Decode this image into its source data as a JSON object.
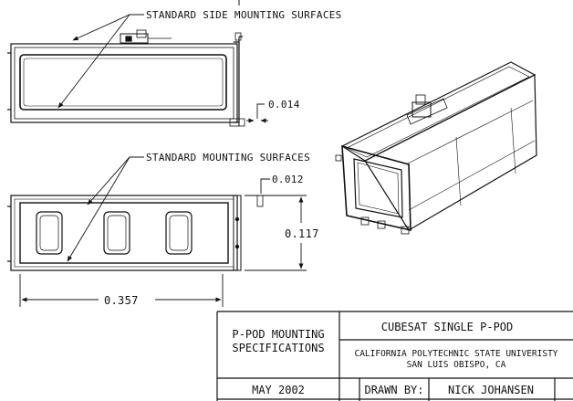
{
  "callouts": {
    "side_mounting": "STANDARD SIDE MOUNTING SURFACES",
    "mounting": "STANDARD MOUNTING SURFACES"
  },
  "dimensions": {
    "side_flange": "0.014",
    "rail": "0.012",
    "height": "0.117",
    "length": "0.357"
  },
  "title_block": {
    "spec_title_line1": "P-POD MOUNTING",
    "spec_title_line2": "SPECIFICATIONS",
    "drawing_title": "CUBESAT SINGLE P-POD",
    "organization_line1": "CALIFORNIA POLYTECHNIC STATE UNIVERISTY",
    "organization_line2": "SAN LUIS OBISPO, CA",
    "date": "MAY 2002",
    "drawn_by_label": "DRAWN BY:",
    "drawn_by_name": "NICK JOHANSEN"
  }
}
